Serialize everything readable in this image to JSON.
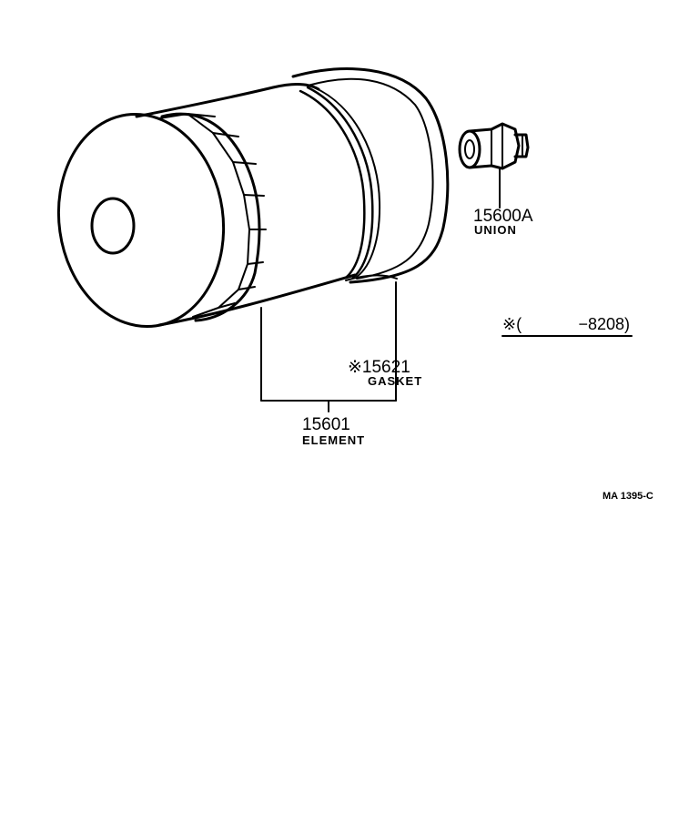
{
  "parts": [
    {
      "number": "15600A",
      "name": "UNION"
    },
    {
      "mark": "※",
      "number": "15621",
      "name": "GASKET"
    },
    {
      "number": "15601",
      "name": "ELEMENT"
    }
  ],
  "note": {
    "mark": "※",
    "open": "(",
    "range": "−8208)"
  },
  "drawing_code": "MA 1395-C"
}
